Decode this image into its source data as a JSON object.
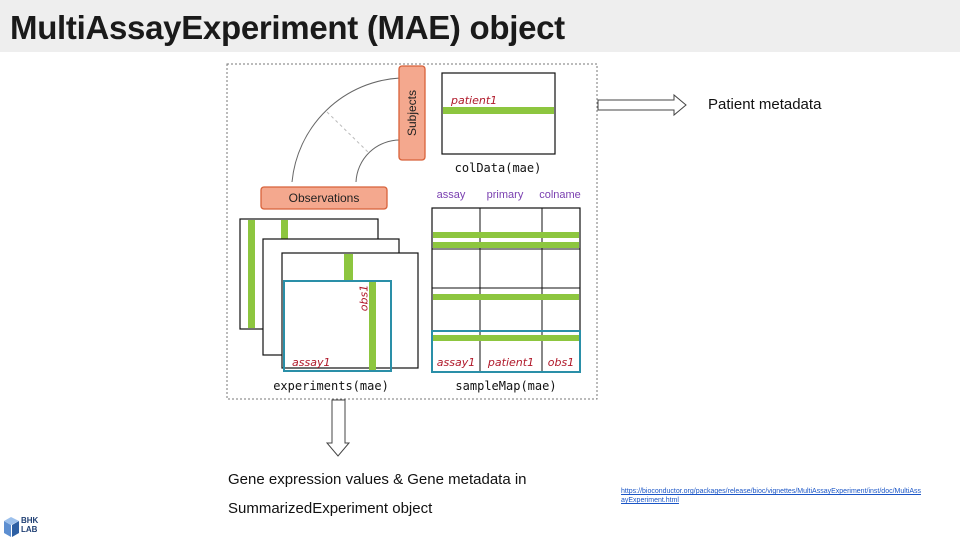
{
  "title": "MultiAssayExperiment (MAE) object",
  "diagram": {
    "subjects_label": "Subjects",
    "observations_label": "Observations",
    "coldata_caption": "colData(mae)",
    "patient_label": "patient1",
    "samplemap_headers": [
      "assay",
      "primary",
      "colname"
    ],
    "samplemap_row": [
      "assay1",
      "patient1",
      "obs1"
    ],
    "samplemap_caption": "sampleMap(mae)",
    "experiments_caption": "experiments(mae)",
    "assay_label": "assay1",
    "obs_label": "obs1"
  },
  "patient_metadata": "Patient metadata",
  "gene_expression": {
    "line1": "Gene expression values & Gene metadata in",
    "line2": "SummarizedExperiment object"
  },
  "reference_url": "https://bioconductor.org/packages/release/bioc/vignettes/MultiAssayExperiment/inst/doc/MultiAssayExperiment.html",
  "logo": {
    "line1": "BHK",
    "line2": "LAB"
  },
  "colors": {
    "green": "#8dc63f",
    "teal": "#2a8fa8",
    "salmon": "#f4a88e",
    "purple": "#7a3fb0",
    "red": "#b0192a"
  }
}
